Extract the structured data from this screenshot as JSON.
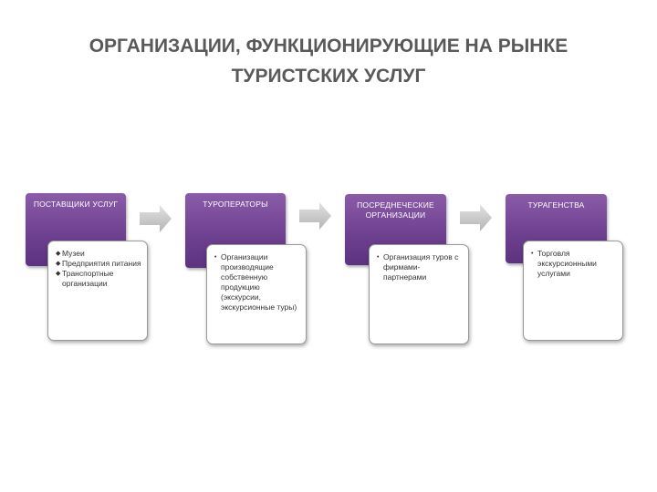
{
  "title": {
    "line1": "ОРГАНИЗАЦИИ, ФУНКЦИОНИРУЮЩИЕ НА РЫНКЕ",
    "line2": "ТУРИСТСКИХ УСЛУГ"
  },
  "stages": [
    {
      "header": "ПОСТАВЩИКИ УСЛУГ",
      "items": [
        "Музеи",
        "Предприятия питания",
        "Транспортные организации"
      ]
    },
    {
      "header": "ТУРОПЕРАТОРЫ",
      "items": [
        "Организации производящие собственную продукцию (экскурсии, экскурсионные туры)"
      ]
    },
    {
      "header": "ПОСРЕДНЕЧЕСКИЕ ОРГАНИЗАЦИИ",
      "items": [
        "Организация туров с фирмами-партнерами"
      ]
    },
    {
      "header": "ТУРАГЕНСТВА",
      "items": [
        "Торговля экскурсионными услугами"
      ]
    }
  ],
  "colors": {
    "header": "#6f4191",
    "arrow": "#c8c8c8",
    "title": "#595959"
  }
}
